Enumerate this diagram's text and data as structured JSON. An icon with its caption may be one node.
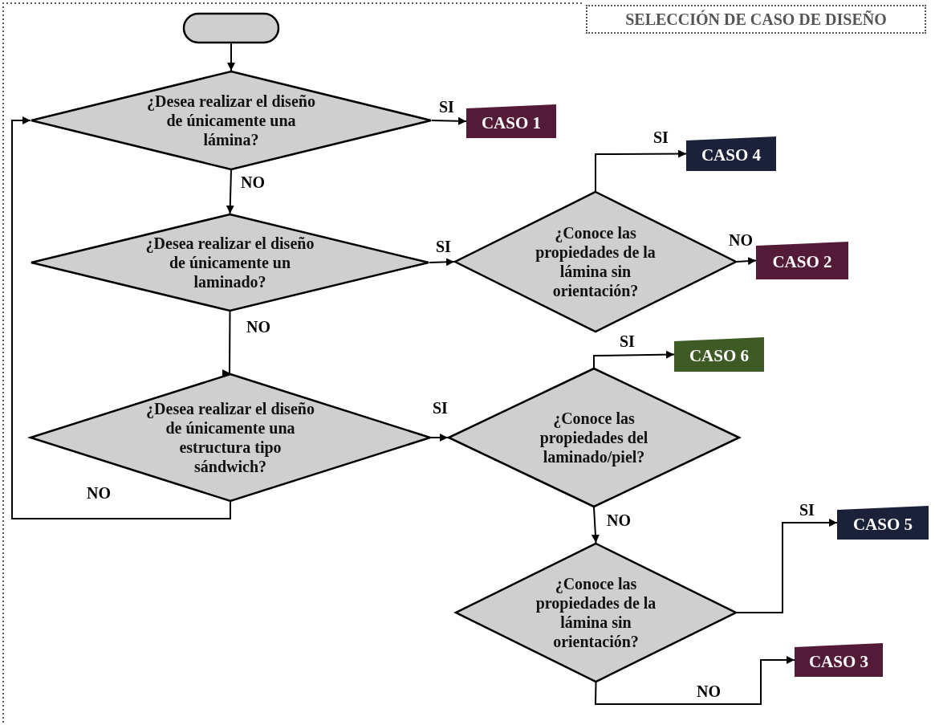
{
  "diagram": {
    "title": "SELECCIÓN DE CASO DE DISEÑO",
    "nodes": [
      {
        "text": [],
        "shape": "box"
      },
      {
        "text": [
          "¿Desea realizar el diseño de únicamente una lámina?"
        ]
      },
      {
        "text": [
          "CASO 1"
        ]
      },
      {
        "text": [
          "¿Desea realizar el diseño de únicamente un laminado?"
        ]
      },
      {
        "text": [
          "¿Conoce las propiedades de la lámina sin orientación?"
        ]
      },
      {
        "text": [
          "CASO 4"
        ]
      },
      {
        "text": [
          "CASO 2"
        ]
      },
      {
        "text": [
          "¿Desea realizar el diseño de únicamente una estructura tipo sándwich?"
        ]
      },
      {
        "text": [
          "¿Conoce las propiedades del laminado/piel?"
        ]
      },
      {
        "text": [
          "CASO 6"
        ]
      },
      {
        "text": [
          "¿Conoce las propiedades de la lámina sin orientación?"
        ]
      },
      {
        "text": [
          "CASO 5"
        ]
      },
      {
        "text": [
          "CASO 3"
        ]
      }
    ],
    "edges": [
      {
        "from": 0,
        "to": 1,
        "arrow": "to"
      },
      {
        "from": 1,
        "to": 2,
        "arrow": "to",
        "label": "SI"
      },
      {
        "from": 1,
        "to": 3,
        "arrow": "to",
        "label": "NO"
      },
      {
        "from": 3,
        "to": 4,
        "arrow": "to",
        "label": "SI"
      },
      {
        "from": 4,
        "to": 5,
        "arrow": "to",
        "label": "SI"
      },
      {
        "from": 4,
        "to": 6,
        "arrow": "to",
        "label": "NO"
      },
      {
        "from": 3,
        "to": 7,
        "arrow": "to",
        "label": "NO"
      },
      {
        "from": 7,
        "to": 8,
        "arrow": "to",
        "label": "SI"
      },
      {
        "from": 8,
        "to": 9,
        "arrow": "to",
        "label": "SI"
      },
      {
        "from": 8,
        "to": 10,
        "arrow": "to",
        "label": "NO"
      },
      {
        "from": 10,
        "to": 11,
        "arrow": "to",
        "label": "SI"
      },
      {
        "from": 10,
        "to": 12,
        "arrow": "to",
        "label": "NO"
      },
      {
        "from": 7,
        "to": 1,
        "arrow": "to",
        "label": "NO"
      }
    ]
  }
}
